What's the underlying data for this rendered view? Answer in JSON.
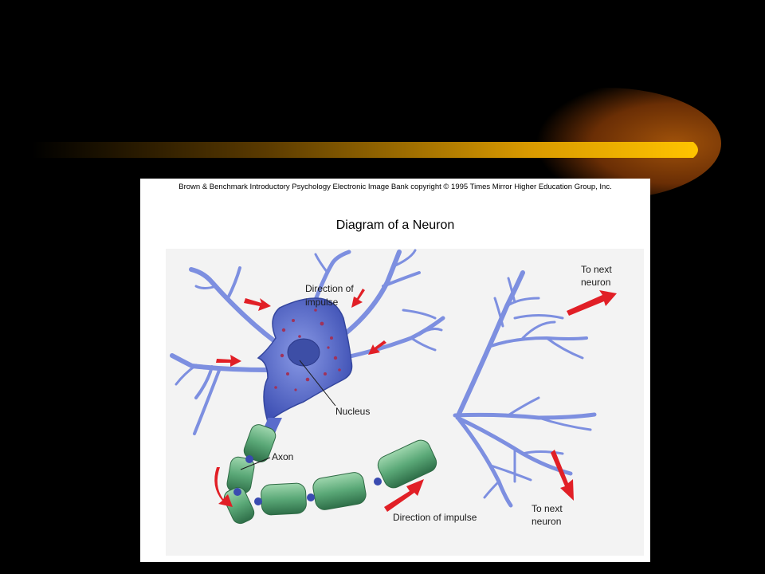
{
  "slide": {
    "accent_colors": {
      "streak_bright": "#ffc400",
      "streak_dark": "#5a2a00",
      "background": "#000000"
    }
  },
  "figure": {
    "credit": "Brown & Benchmark Introductory Psychology Electronic Image Bank copyright © 1995 Times Mirror Higher Education Group, Inc.",
    "title": "Diagram of a Neuron",
    "colors": {
      "cell_body": "#5a6ccc",
      "dendrite": "#7d8fe0",
      "myelin": "#5aa877",
      "node": "#3a4bb0",
      "arrow": "#e11f26"
    },
    "labels": {
      "direction_top_1": "Direction of",
      "direction_top_2": "impulse",
      "nucleus": "Nucleus",
      "axon": "Axon",
      "direction_bottom": "Direction of impulse",
      "next_top_1": "To next",
      "next_top_2": "neuron",
      "next_bottom_1": "To next",
      "next_bottom_2": "neuron"
    }
  }
}
